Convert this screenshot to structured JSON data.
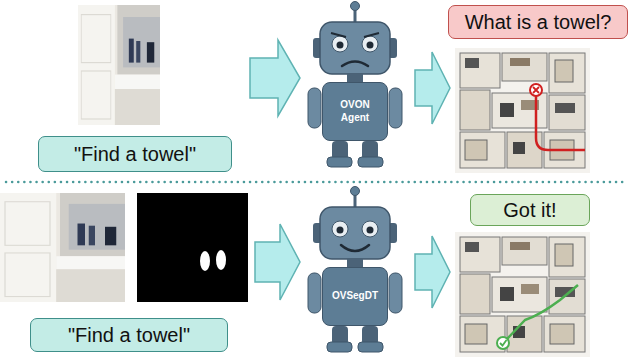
{
  "diagram": {
    "nodes": [
      {
        "text": [
          "\"Find a towel\""
        ]
      },
      {
        "text": [
          "OVON Agent"
        ]
      },
      {
        "text": [
          "What is a towel?"
        ]
      },
      {
        "text": [
          "\"Find a towel\""
        ]
      },
      {
        "text": [
          "OVSegDT"
        ]
      },
      {
        "text": [
          "Got it!"
        ]
      }
    ]
  }
}
